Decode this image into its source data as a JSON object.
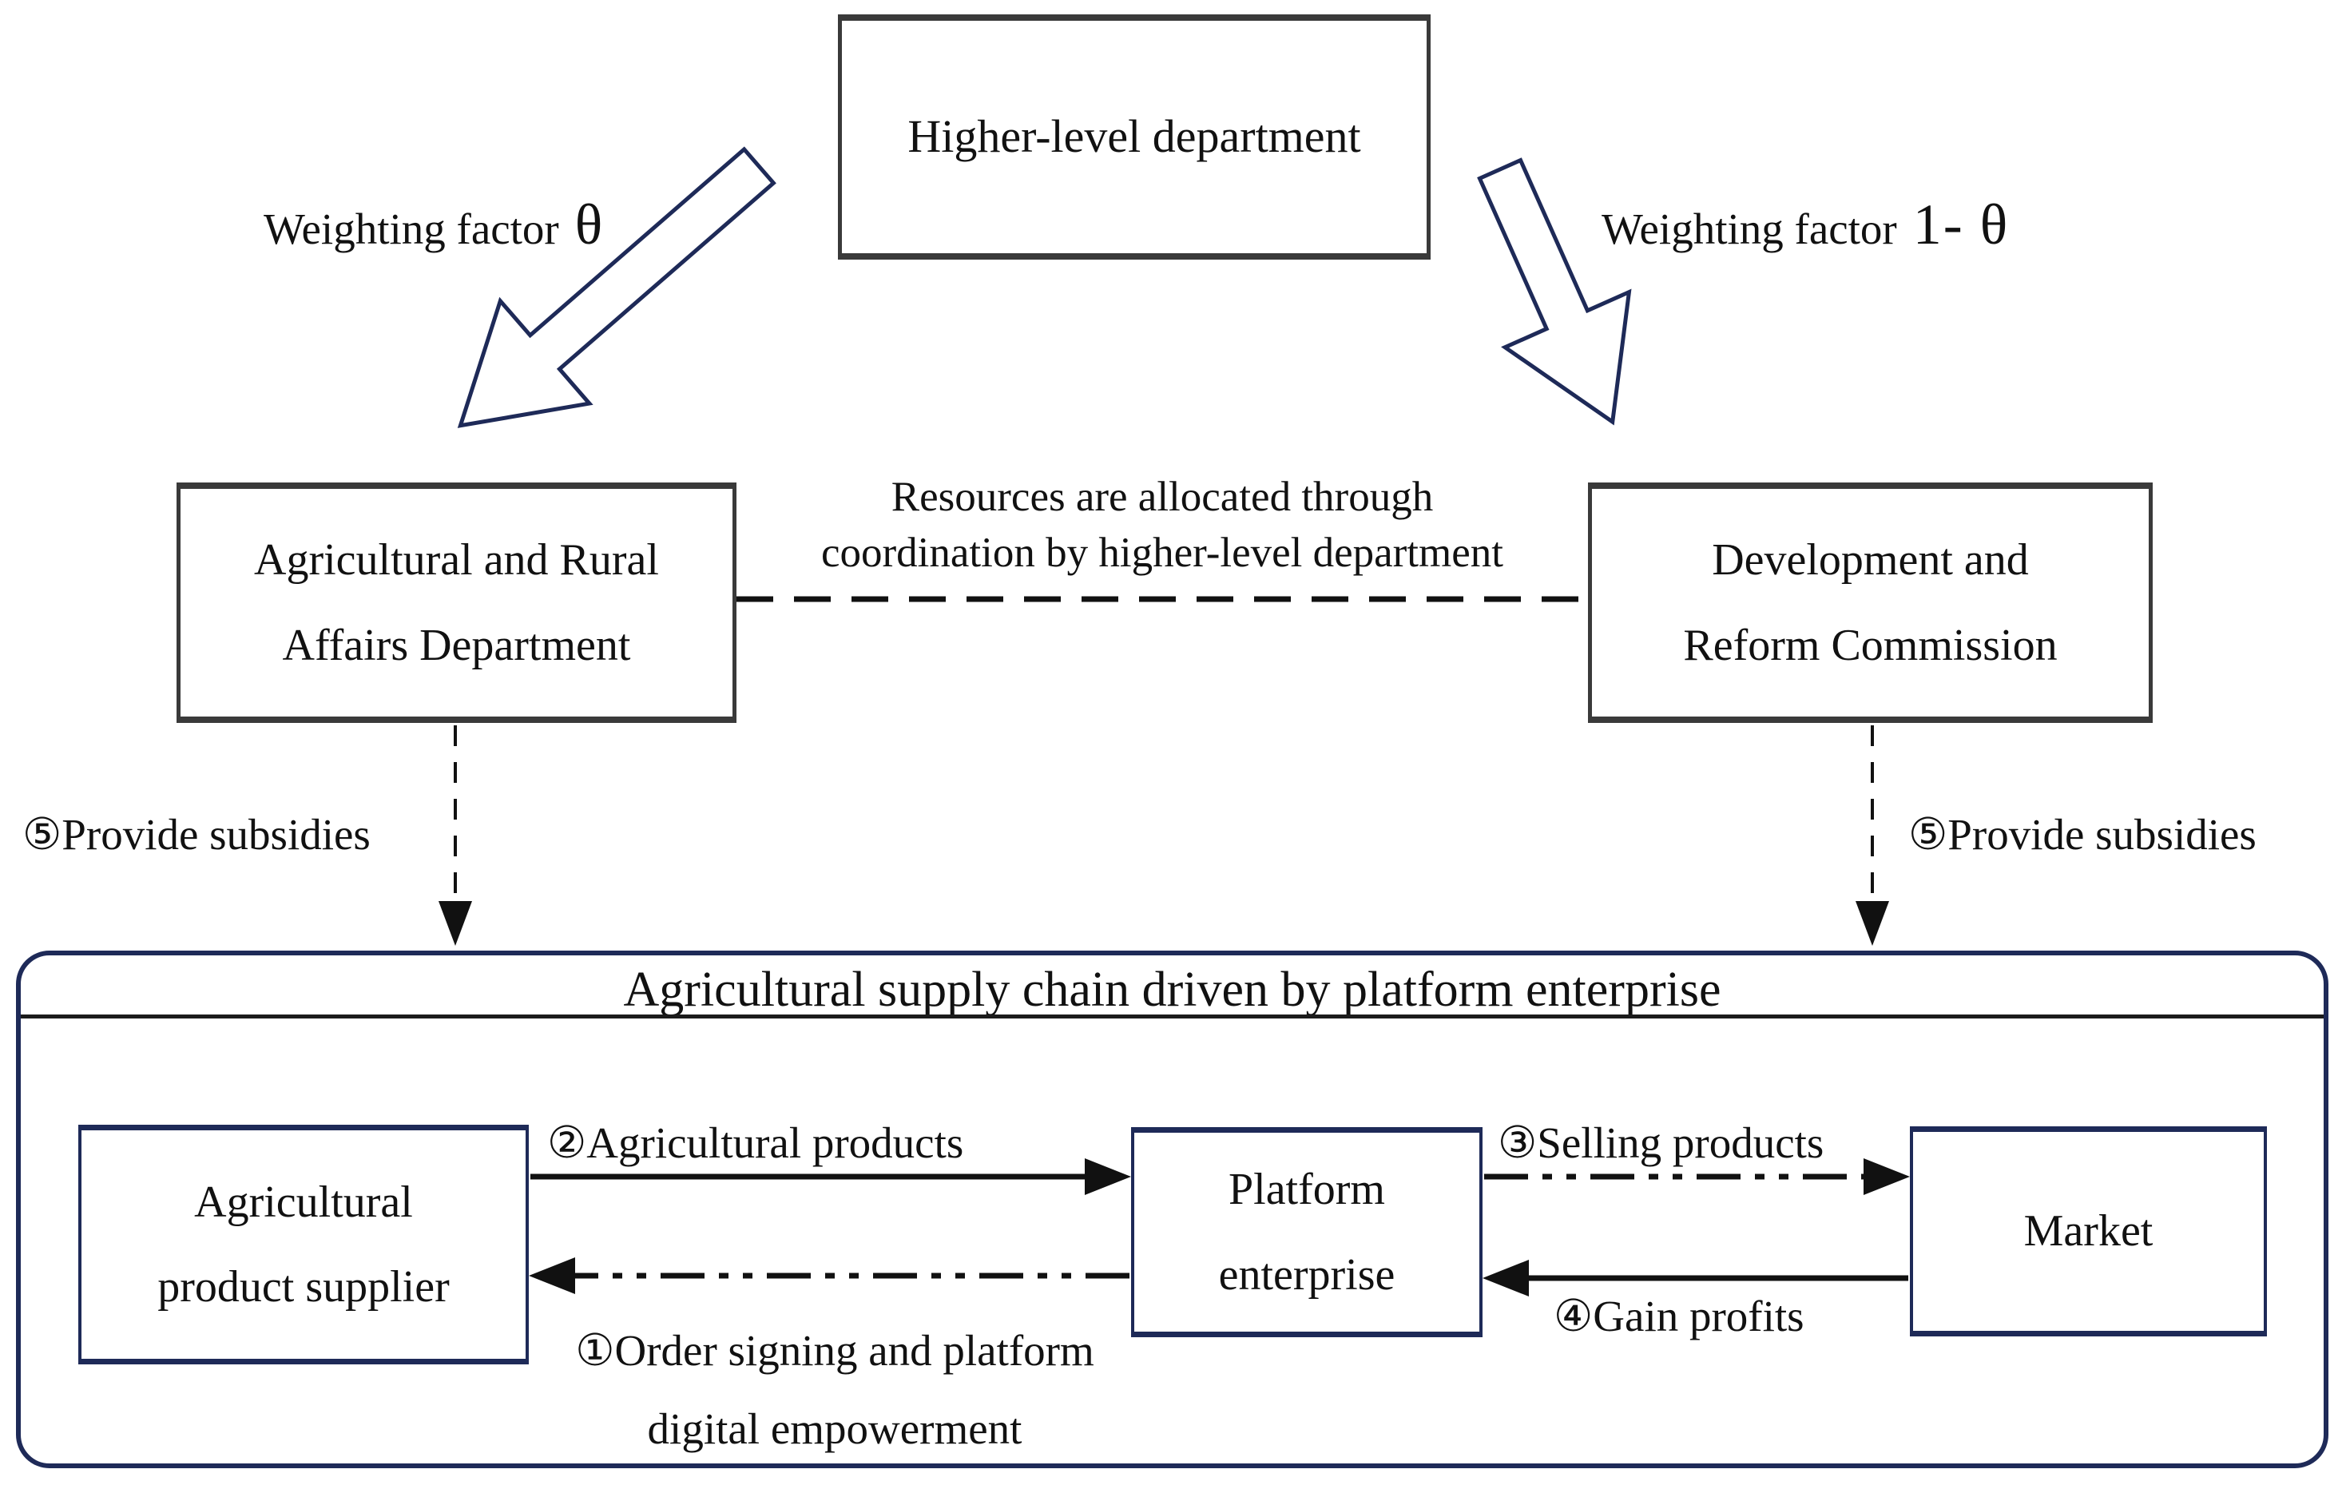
{
  "colors": {
    "navy": "#1e2a58",
    "charcoal": "#3a3a3a",
    "ink": "#111111",
    "background": "#ffffff"
  },
  "top_box": {
    "label": "Higher-level department"
  },
  "weighting_left": {
    "text": "Weighting factor",
    "symbol": "θ"
  },
  "weighting_right": {
    "text": "Weighting factor",
    "symbol": "1- θ"
  },
  "resource_note": {
    "line1": "Resources are allocated through",
    "line2": "coordination by higher-level department"
  },
  "left_department": {
    "line1": "Agricultural and Rural",
    "line2": "Affairs Department"
  },
  "right_department": {
    "line1": "Development and",
    "line2": "Reform Commission"
  },
  "subsidy_left": {
    "label": "⑤Provide subsidies"
  },
  "subsidy_right": {
    "label": "⑤Provide subsidies"
  },
  "supply_chain": {
    "title": "Agricultural supply chain driven by platform enterprise",
    "supplier": {
      "line1": "Agricultural",
      "line2": "product supplier"
    },
    "platform": {
      "line1": "Platform",
      "line2": "enterprise"
    },
    "market": {
      "label": "Market"
    },
    "flow1": {
      "line1": "①Order signing and platform",
      "line2": "digital empowerment"
    },
    "flow2": {
      "label": "②Agricultural products"
    },
    "flow3": {
      "label": "③Selling products"
    },
    "flow4": {
      "label": "④Gain profits"
    }
  }
}
